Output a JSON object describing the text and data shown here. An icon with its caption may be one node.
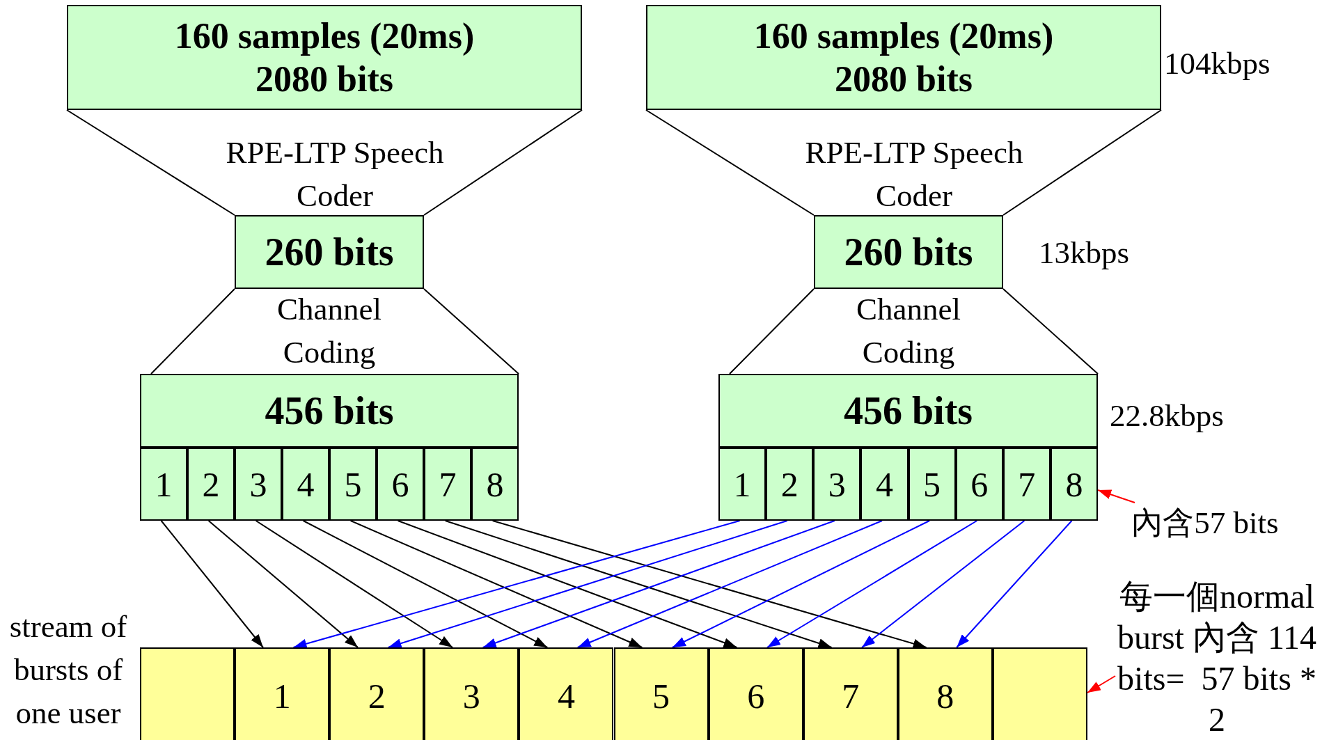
{
  "diagram": {
    "nodes": [
      {
        "text": [
          "160 samples (20ms) 2080 bits"
        ]
      },
      {
        "text": [
          "160 samples (20ms) 2080 bits"
        ],
        "beside": [
          "104kbps"
        ]
      },
      {
        "text": [
          "260 bits"
        ]
      },
      {
        "text": [
          "260 bits"
        ],
        "beside": [
          "13kbps"
        ]
      },
      {
        "text": [
          "456 bits"
        ]
      },
      {
        "text": [
          "1"
        ]
      },
      {
        "text": [
          "2"
        ]
      },
      {
        "text": [
          "3"
        ]
      },
      {
        "text": [
          "4"
        ]
      },
      {
        "text": [
          "5"
        ]
      },
      {
        "text": [
          "6"
        ]
      },
      {
        "text": [
          "7"
        ]
      },
      {
        "text": [
          "8"
        ]
      },
      {
        "text": [
          "456 bits"
        ],
        "beside": [
          "22.8kbps"
        ]
      },
      {
        "text": [
          "1"
        ]
      },
      {
        "text": [
          "2"
        ]
      },
      {
        "text": [
          "3"
        ]
      },
      {
        "text": [
          "4"
        ]
      },
      {
        "text": [
          "5"
        ]
      },
      {
        "text": [
          "6"
        ]
      },
      {
        "text": [
          "7"
        ]
      },
      {
        "text": [
          "8"
        ]
      },
      {
        "text": [],
        "shape": "box"
      },
      {
        "text": [
          "1"
        ]
      },
      {
        "text": [
          "2"
        ]
      },
      {
        "text": [
          "3"
        ]
      },
      {
        "text": [
          "4"
        ]
      },
      {
        "text": [
          "5"
        ]
      },
      {
        "text": [
          "6"
        ]
      },
      {
        "text": [
          "7"
        ]
      },
      {
        "text": [
          "8"
        ]
      },
      {
        "text": [],
        "shape": "box"
      },
      {
        "text": [
          "內含57 bits"
        ]
      },
      {
        "text": [
          "每一個normal burst 內含 114 bits=  57 bits * 2"
        ]
      }
    ],
    "edges": [
      {
        "from": 5,
        "to": 23,
        "arrow": "to"
      },
      {
        "from": 6,
        "to": 24,
        "arrow": "to"
      },
      {
        "from": 7,
        "to": 25,
        "arrow": "to"
      },
      {
        "from": 8,
        "to": 26,
        "arrow": "to"
      },
      {
        "from": 9,
        "to": 27,
        "arrow": "to"
      },
      {
        "from": 10,
        "to": 28,
        "arrow": "to"
      },
      {
        "from": 11,
        "to": 29,
        "arrow": "to"
      },
      {
        "from": 12,
        "to": 30,
        "arrow": "to"
      },
      {
        "from": 14,
        "to": 23,
        "arrow": "to",
        "color": "#0000ff"
      },
      {
        "from": 15,
        "to": 24,
        "arrow": "to",
        "color": "#0000ff"
      },
      {
        "from": 16,
        "to": 25,
        "arrow": "to",
        "color": "#0000ff"
      },
      {
        "from": 17,
        "to": 26,
        "arrow": "to",
        "color": "#0000ff"
      },
      {
        "from": 18,
        "to": 27,
        "arrow": "to",
        "color": "#0000ff"
      },
      {
        "from": 19,
        "to": 28,
        "arrow": "to",
        "color": "#0000ff"
      },
      {
        "from": 20,
        "to": 29,
        "arrow": "to",
        "color": "#0000ff"
      },
      {
        "from": 21,
        "to": 30,
        "arrow": "to",
        "color": "#0000ff"
      },
      {
        "from": 32,
        "to": 21,
        "arrow": "to",
        "color": "#ff0000"
      },
      {
        "from": 33,
        "to": 31,
        "arrow": "to",
        "color": "#ff0000"
      },
      {
        "from": 0,
        "to": 2,
        "arrow": "none"
      },
      {
        "from": 0,
        "to": 2,
        "arrow": "none"
      },
      {
        "from": 1,
        "to": 3,
        "arrow": "none"
      },
      {
        "from": 1,
        "to": 3,
        "arrow": "none"
      },
      {
        "from": 2,
        "to": 4,
        "arrow": "none"
      },
      {
        "from": 2,
        "to": 4,
        "arrow": "none"
      },
      {
        "from": 3,
        "to": 13,
        "arrow": "none"
      },
      {
        "from": 3,
        "to": 13,
        "arrow": "none"
      }
    ],
    "labels": [
      "RPE-LTP Speech Coder",
      "RPE-LTP Speech Coder",
      "Channel Coding",
      "Channel Coding",
      "stream of bursts of one user"
    ]
  }
}
